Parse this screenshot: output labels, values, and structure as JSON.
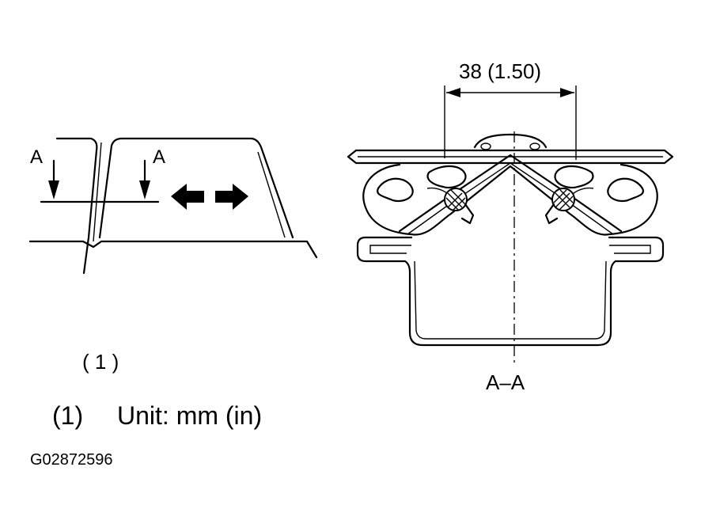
{
  "labels": {
    "section_left": "A",
    "section_right": "A",
    "dimension": "38 (1.50)",
    "section_name": "A–A",
    "callout": "( 1 )",
    "note_number": "(1)",
    "note_text": "Unit: mm (in)",
    "figure_code": "G02872596"
  },
  "icons": {
    "arrow_left": "arrow-left-icon",
    "arrow_right": "arrow-right-icon"
  }
}
